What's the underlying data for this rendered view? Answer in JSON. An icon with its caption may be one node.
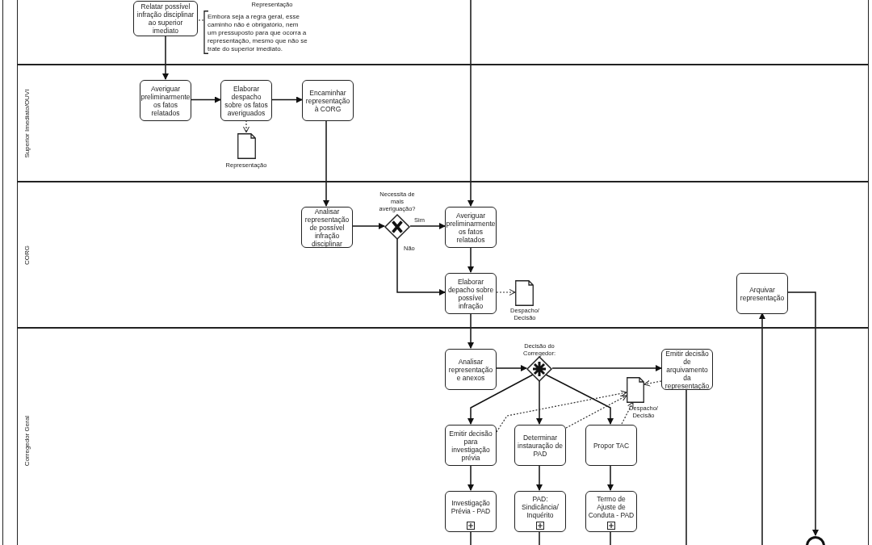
{
  "diagram": {
    "nodes": [
      {
        "text": [],
        "shape": "band"
      },
      {
        "text": [
          "Relatar possível infração disciplinar ao superior imediato"
        ],
        "in": 0
      },
      {
        "text": [
          "Embora seja a regra geral, esse caminho não é obrigatório, nem um pressuposto para que ocorra a representação, mesmo que não se trate do superior imediato."
        ],
        "in": 0
      },
      {
        "text": [
          "Superior Imediato/OUVI"
        ]
      },
      {
        "text": [
          "Averiguar preliminarmente os fatos relatados"
        ],
        "in": 3
      },
      {
        "text": [
          "Elaborar despacho sobre os fatos averiguados"
        ],
        "in": 3
      },
      {
        "text": [
          "Encaminhar representação à CORG"
        ],
        "in": 3
      },
      {
        "text": [],
        "shape": "document",
        "beside": [
          "Representação"
        ],
        "in": 3
      },
      {
        "text": [
          "CORG"
        ]
      },
      {
        "text": [
          "Analisar representação de possível infração disciplinar"
        ],
        "in": 8
      },
      {
        "text": [],
        "shape": "diamond",
        "beside": [
          "Necessita de mais averiguação?"
        ],
        "in": 8
      },
      {
        "text": [
          "Averiguar preliminarmente os fatos relatados"
        ],
        "in": 8
      },
      {
        "text": [
          "Elaborar depacho sobre possível infração"
        ],
        "in": 8
      },
      {
        "text": [],
        "shape": "document",
        "beside": [
          "Despacho/ Decisão"
        ],
        "in": 8
      },
      {
        "text": [
          "Arquivar representação"
        ],
        "in": 8
      },
      {
        "text": [
          "Corregedor Geral"
        ]
      },
      {
        "text": [
          "Analisar representação e anexos"
        ],
        "in": 15
      },
      {
        "text": [],
        "shape": "diamond",
        "beside": [
          "Decisão do Corregedor:"
        ],
        "in": 15
      },
      {
        "text": [
          "Emitir decisão de arquivamento da representação"
        ],
        "in": 15
      },
      {
        "text": [],
        "shape": "document",
        "beside": [
          "Despacho/ Decisão"
        ],
        "in": 15
      },
      {
        "text": [
          "Emitir decisão para investigação prévia"
        ],
        "in": 15
      },
      {
        "text": [
          "Determinar instauração de PAD"
        ],
        "in": 15
      },
      {
        "text": [
          "Propor TAC"
        ],
        "in": 15
      },
      {
        "text": [
          "Investigação Prévia - PAD"
        ],
        "in": 15
      },
      {
        "text": [
          "PAD: Sindicância/ Inquérito"
        ],
        "in": 15
      },
      {
        "text": [
          "Termo de Ajuste de Conduta - PAD"
        ],
        "in": 15
      },
      {
        "text": [],
        "shape": "circle",
        "in": 15
      }
    ],
    "edges": [
      {
        "from": 1,
        "to": 4,
        "arrow": "to"
      },
      {
        "from": 2,
        "to": 1,
        "arrow": "none",
        "style": "dashed"
      },
      {
        "from": 4,
        "to": 5,
        "arrow": "to"
      },
      {
        "from": 5,
        "to": 6,
        "arrow": "to"
      },
      {
        "from": 5,
        "to": 7,
        "arrow": "to",
        "style": "dashed"
      },
      {
        "from": 6,
        "to": 9,
        "arrow": "to"
      },
      {
        "from": 0,
        "to": 11,
        "arrow": "to"
      },
      {
        "from": 9,
        "to": 10,
        "arrow": "to"
      },
      {
        "from": 10,
        "to": 11,
        "arrow": "to",
        "label": "Sim"
      },
      {
        "from": 10,
        "to": 12,
        "arrow": "to",
        "label": "Não"
      },
      {
        "from": 11,
        "to": 12,
        "arrow": "to"
      },
      {
        "from": 12,
        "to": 13,
        "arrow": "to",
        "style": "dashed"
      },
      {
        "from": 12,
        "to": 16,
        "arrow": "to"
      },
      {
        "from": 16,
        "to": 17,
        "arrow": "to"
      },
      {
        "from": 17,
        "to": 18,
        "arrow": "to"
      },
      {
        "from": 17,
        "to": 20,
        "arrow": "to"
      },
      {
        "from": 17,
        "to": 21,
        "arrow": "to"
      },
      {
        "from": 17,
        "to": 22,
        "arrow": "to"
      },
      {
        "from": 18,
        "to": 19,
        "arrow": "to",
        "style": "dashed"
      },
      {
        "from": 20,
        "to": 19,
        "arrow": "to",
        "style": "dashed"
      },
      {
        "from": 21,
        "to": 19,
        "arrow": "to",
        "style": "dashed"
      },
      {
        "from": 22,
        "to": 19,
        "arrow": "to",
        "style": "dashed"
      },
      {
        "from": 20,
        "to": 23,
        "arrow": "to"
      },
      {
        "from": 21,
        "to": 24,
        "arrow": "to"
      },
      {
        "from": 22,
        "to": 25,
        "arrow": "to"
      },
      {
        "from": 23,
        "to": 15,
        "arrow": "none"
      },
      {
        "from": 24,
        "to": 15,
        "arrow": "none"
      },
      {
        "from": 25,
        "to": 15,
        "arrow": "none"
      },
      {
        "from": 18,
        "to": 15,
        "arrow": "none"
      },
      {
        "from": 15,
        "to": 14,
        "arrow": "to"
      },
      {
        "from": 14,
        "to": 26,
        "arrow": "to"
      }
    ],
    "labels": [
      "Representação"
    ]
  }
}
